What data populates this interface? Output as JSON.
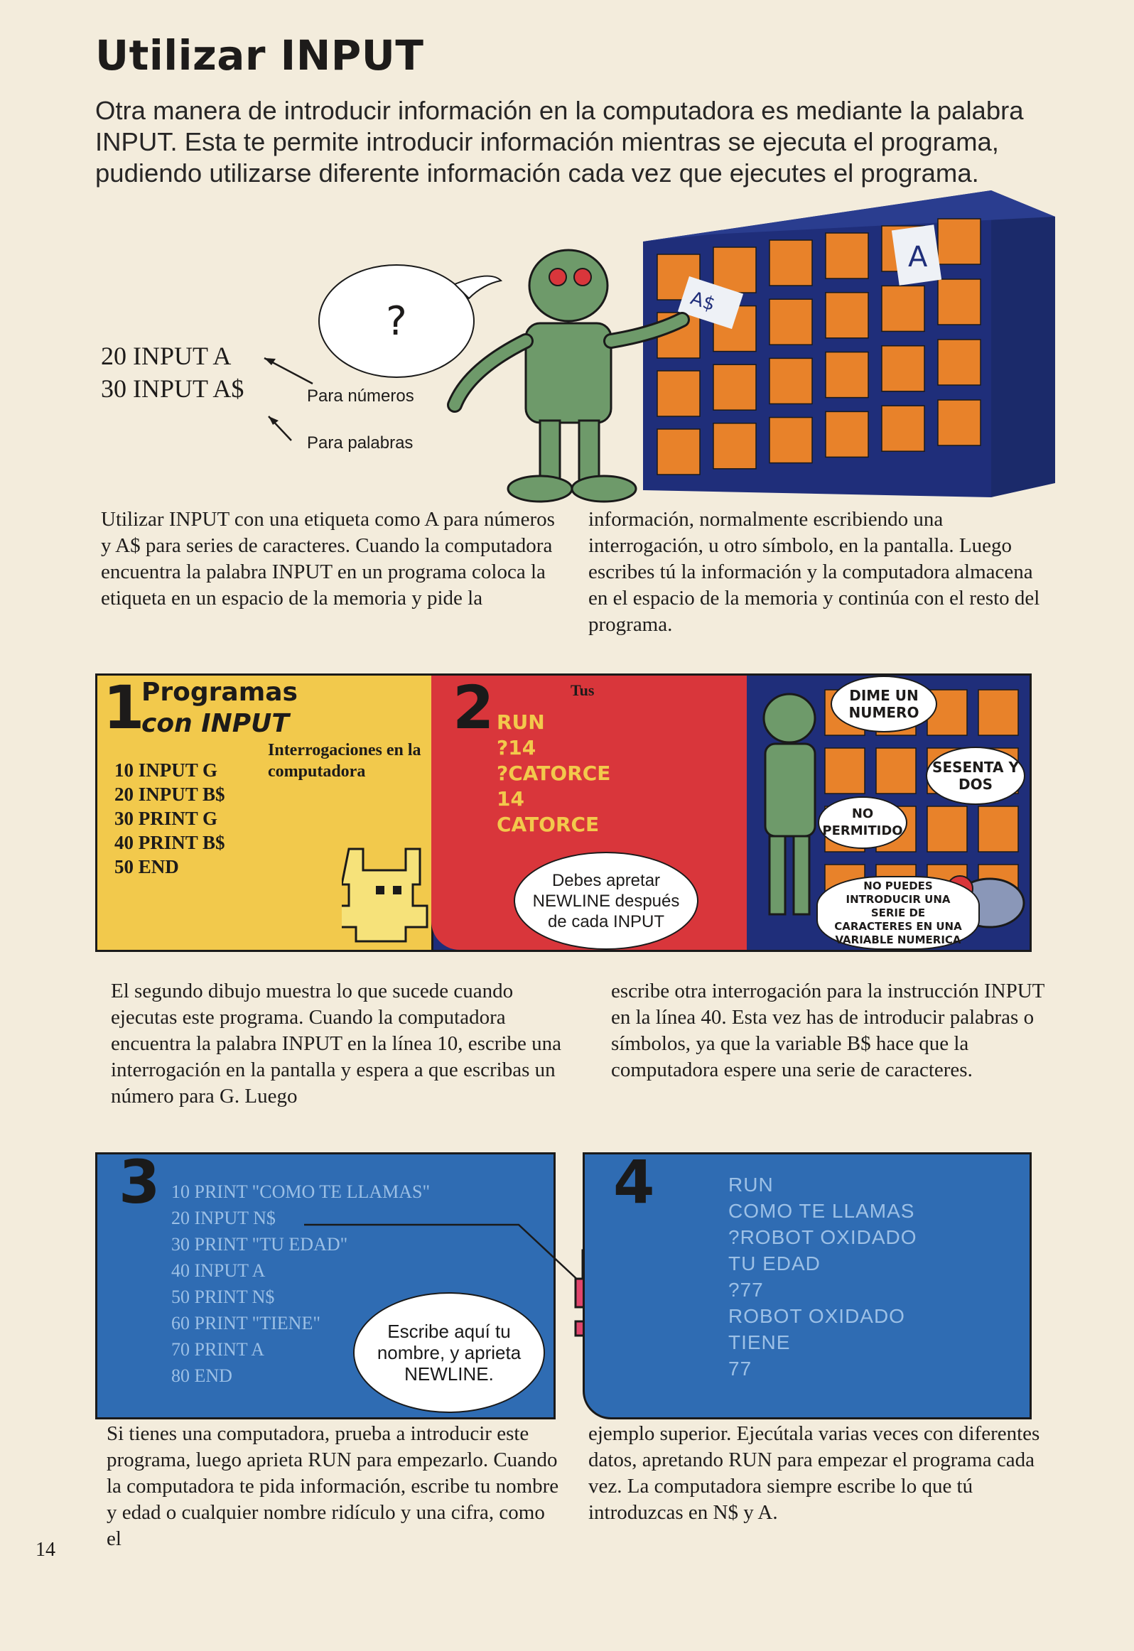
{
  "title": "Utilizar INPUT",
  "intro": "Otra manera de introducir información en la computadora es mediante la palabra INPUT. Esta te permite introducir información mientras se ejecuta el programa, pudiendo utilizarse diferente información cada vez que ejecutes el programa.",
  "top_figure": {
    "line1": "20  INPUT  A",
    "line2": "30  INPUT  A$",
    "label_numbers": "Para números",
    "label_words": "Para palabras",
    "bubble": "?",
    "card_a": "A",
    "card_as": "A$"
  },
  "para1": {
    "left": "Utilizar INPUT con una etiqueta como A para números y A$ para series de caracteres. Cuando la computadora encuentra la palabra INPUT en un programa coloca la etiqueta en un espacio de la memoria y pide la",
    "right": "información, normalmente escribiendo una interrogación, u otro símbolo, en la pantalla. Luego escribes tú la información y la computadora almacena en el espacio de la memoria y continúa con el resto del programa."
  },
  "panel1": {
    "number": "1",
    "title_line1": "Programas",
    "title_line2": "con INPUT",
    "code": [
      "10  INPUT  G",
      "20  INPUT  B$",
      "30  PRINT  G",
      "40  PRINT  B$",
      "50  END"
    ],
    "label": "Interrogaciones en la computadora"
  },
  "panel2": {
    "number": "2",
    "corner": "Tus",
    "lines": [
      "RUN",
      "?14",
      "?CATORCE",
      "14",
      "CATORCE"
    ],
    "bubble": "Debes apretar NEWLINE después de cada INPUT"
  },
  "panel_right": {
    "b1": "DIME UN NUMERO",
    "b2": "SESENTA Y DOS",
    "b3": "NO PERMITIDO",
    "b4": "NO PUEDES INTRODUCIR UNA SERIE DE CARACTERES EN UNA VARIABLE NUMERICA"
  },
  "para2": {
    "left": "El segundo dibujo muestra lo que sucede cuando ejecutas este programa. Cuando la computadora encuentra la palabra INPUT en la línea 10, escribe una interrogación en la pantalla y espera a que escribas un número para G. Luego",
    "right": "escribe otra interrogación para la instrucción INPUT en la línea 40. Esta vez has de introducir palabras o símbolos, ya que la variable B$ hace que la computadora espere una serie de caracteres."
  },
  "panel3": {
    "number": "3",
    "code": [
      "10  PRINT  \"COMO TE LLAMAS\"",
      "20  INPUT  N$",
      "30  PRINT  \"TU  EDAD\"",
      "40  INPUT  A",
      "50  PRINT  N$",
      "60  PRINT  \"TIENE\"",
      "70  PRINT  A",
      "80  END"
    ],
    "bubble": "Escribe aquí tu nombre, y aprieta NEWLINE."
  },
  "panel4": {
    "number": "4",
    "lines": [
      "RUN",
      "COMO TE LLAMAS",
      "?ROBOT OXIDADO",
      "TU EDAD",
      "?77",
      "ROBOT OXIDADO",
      "TIENE",
      "77"
    ]
  },
  "para3": {
    "left": "Si tienes una computadora, prueba a introducir este programa, luego aprieta RUN para empezarlo. Cuando la computadora te pida información, escribe tu nombre y edad o cualquier nombre ridículo y una cifra, como el",
    "right": "ejemplo superior. Ejecútala varias veces con diferentes datos, apretando RUN para empezar el programa cada vez. La computadora siempre escribe lo que tú introduzcas en N$ y A."
  },
  "page_number": "14",
  "colors": {
    "paper": "#f3ecdc",
    "yellow": "#f2c94c",
    "red": "#d9363b",
    "blue": "#2f6cb3",
    "navy": "#1f2e7a",
    "orange": "#e8822a",
    "robot": "#6e9a6a",
    "pink": "#e0456c"
  }
}
